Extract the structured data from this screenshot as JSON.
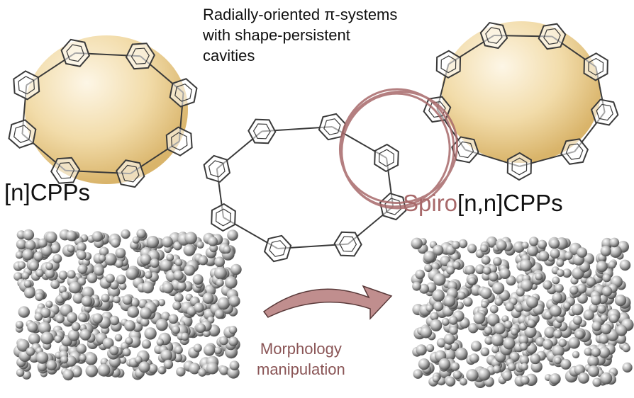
{
  "heading": {
    "line1": "Radially-oriented π-systems",
    "line2": "with shape-persistent",
    "line3": "cavities"
  },
  "labels": {
    "ncpp": "[n]CPPs",
    "spiro_prefix": "Spiro",
    "spiro_suffix": "[n,n]CPPs",
    "morph_line1": "Morphology",
    "morph_line2": "manipulation"
  },
  "colors": {
    "accent": "#a8696a",
    "sphere": "#f0d9a8",
    "bond": "#3a3a3a",
    "arrow": "#c08e8e"
  },
  "icons": {
    "transform_arrow": "curved-arrow-icon"
  }
}
